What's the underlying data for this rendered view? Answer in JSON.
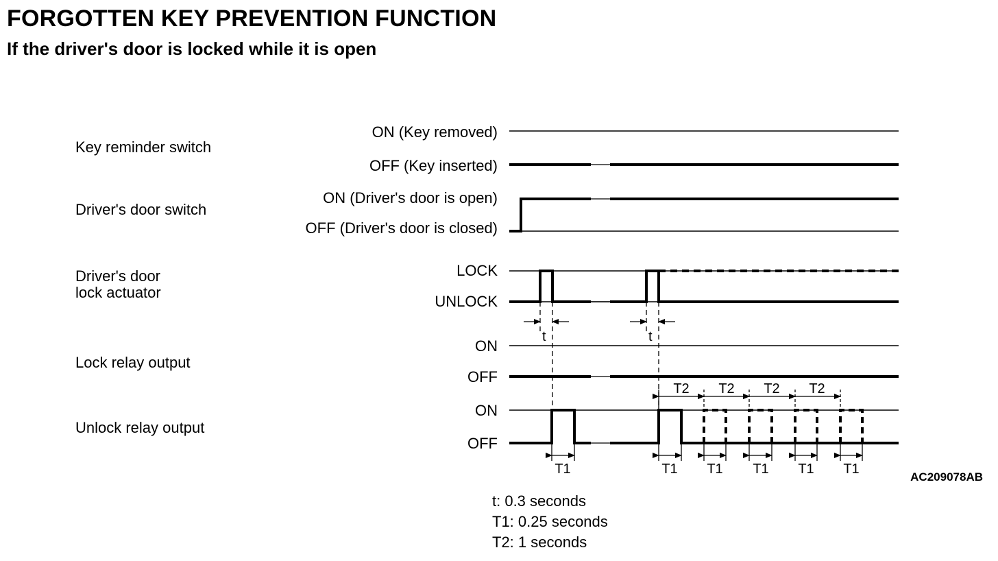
{
  "title": "FORGOTTEN KEY PREVENTION FUNCTION",
  "subtitle": "If the driver's door is locked while it is open",
  "signals": {
    "key_reminder": {
      "name": "Key reminder switch",
      "high": "ON (Key removed)",
      "low": "OFF (Key inserted)"
    },
    "door_switch": {
      "name": "Driver's door switch",
      "high": "ON (Driver's door  is open)",
      "low": "OFF (Driver's door is closed)"
    },
    "lock_actuator": {
      "name_line1": "Driver's door",
      "name_line2": "lock actuator",
      "high": "LOCK",
      "low": "UNLOCK"
    },
    "lock_relay": {
      "name": "Lock relay output",
      "high": "ON",
      "low": "OFF"
    },
    "unlock_relay": {
      "name": "Unlock relay output",
      "high": "ON",
      "low": "OFF"
    }
  },
  "timing_labels": {
    "t": "t",
    "T1": "T1",
    "T2": "T2"
  },
  "figure_code": "AC209078AB",
  "legend": {
    "t": "t: 0.3 seconds",
    "T1": "T1: 0.25 seconds",
    "T2": "T2: 1 seconds"
  }
}
